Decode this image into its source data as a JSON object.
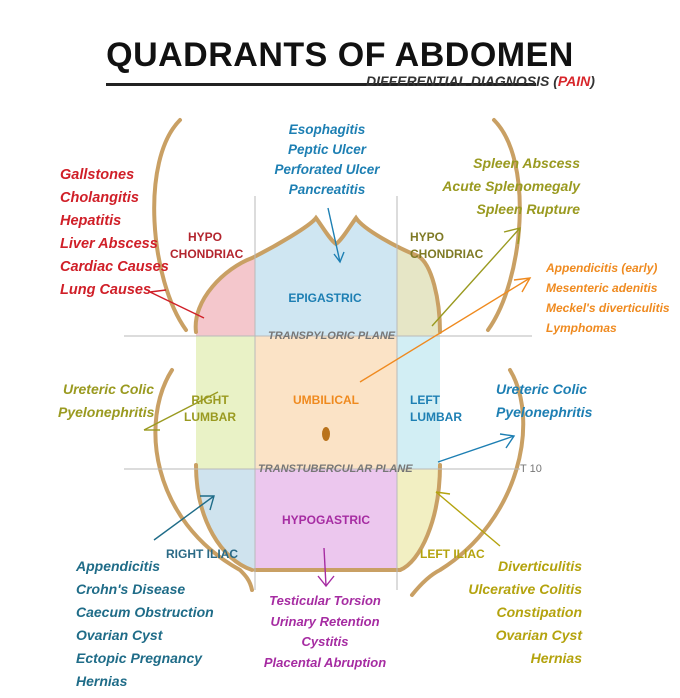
{
  "title": "QUADRANTS OF ABDOMEN",
  "subtitle": {
    "prefix": "DIFFERENTIAL DIAGNOSIS (",
    "highlight": "PAIN",
    "suffix": ")"
  },
  "planes": {
    "transpyloric": "TRANSPYLORIC PLANE",
    "transtubercular": "TRANSTUBERCULAR PLANE",
    "t10": "T 10"
  },
  "regions": {
    "right_hypochondriac": [
      "HYPO",
      "CHONDRIAC"
    ],
    "epigastric": "EPIGASTRIC",
    "left_hypochondriac": [
      "HYPO",
      "CHONDRIAC"
    ],
    "right_lumbar": [
      "RIGHT",
      "LUMBAR"
    ],
    "umbilical": "UMBILICAL",
    "left_lumbar": [
      "LEFT",
      "LUMBAR"
    ],
    "right_iliac": "RIGHT ILIAC",
    "hypogastric": "HYPOGASTRIC",
    "left_iliac": "LEFT ILIAC"
  },
  "conditions": {
    "right_hypochondriac": [
      "Gallstones",
      "Cholangitis",
      "Hepatitis",
      "Liver Abscess",
      "Cardiac Causes",
      "Lung Causes"
    ],
    "epigastric": [
      "Esophagitis",
      "Peptic Ulcer",
      "Perforated Ulcer",
      "Pancreatitis"
    ],
    "left_hypochondriac": [
      "Spleen Abscess",
      "Acute Splenomegaly",
      "Spleen Rupture"
    ],
    "umbilical": [
      "Appendicitis (early)",
      "Mesenteric adenitis",
      "Meckel's diverticulitis",
      "Lymphomas"
    ],
    "right_lumbar": [
      "Ureteric Colic",
      "Pyelonephritis"
    ],
    "left_lumbar": [
      "Ureteric Colic",
      "Pyelonephritis"
    ],
    "right_iliac": [
      "Appendicitis",
      "Crohn's Disease",
      "Caecum Obstruction",
      "Ovarian Cyst",
      "Ectopic Pregnancy",
      "Hernias"
    ],
    "hypogastric": [
      "Testicular Torsion",
      "Urinary Retention",
      "Cystitis",
      "Placental Abruption"
    ],
    "left_iliac": [
      "Diverticulitis",
      "Ulcerative Colitis",
      "Constipation",
      "Ovarian Cyst",
      "Hernias"
    ]
  },
  "colors": {
    "right_hypochondriac": "#f4c7cc",
    "epigastric": "#cfe6f2",
    "left_hypochondriac": "#e6e6c6",
    "right_lumbar": "#e9f2c6",
    "umbilical": "#fbe3c6",
    "left_lumbar": "#d2eef4",
    "right_iliac": "#cfe3ee",
    "hypogastric": "#ecc7ee",
    "left_iliac": "#f2efc2",
    "outline": "#c9a064"
  }
}
